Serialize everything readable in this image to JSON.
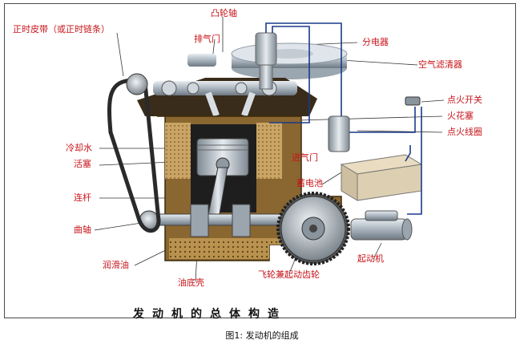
{
  "labels": {
    "camshaft": "凸轮轴",
    "timing_belt": "正时皮带（或正时链条）",
    "exhaust_valve": "排气门",
    "distributor": "分电器",
    "air_filter": "空气滤清器",
    "ignition_switch": "点火开关",
    "spark_plug": "火花塞",
    "ignition_coil": "点火线圈",
    "coolant": "冷却水",
    "piston": "活塞",
    "intake_valve": "进气门",
    "battery": "蓄电池",
    "connecting_rod": "连杆",
    "crankshaft": "曲轴",
    "starter": "起动机",
    "lubricating_oil": "润滑油",
    "oil_pan": "油底壳",
    "flywheel": "飞轮兼起动齿轮"
  },
  "diagram_title": "发动机的总体构造",
  "figure_caption": "图1: 发动机的组成",
  "colors": {
    "label_text": "#c8141a",
    "block": "#c9a465",
    "block_dark": "#6b4a1d",
    "metal": "#b9c3cc",
    "wire": "#1a3a8a"
  }
}
